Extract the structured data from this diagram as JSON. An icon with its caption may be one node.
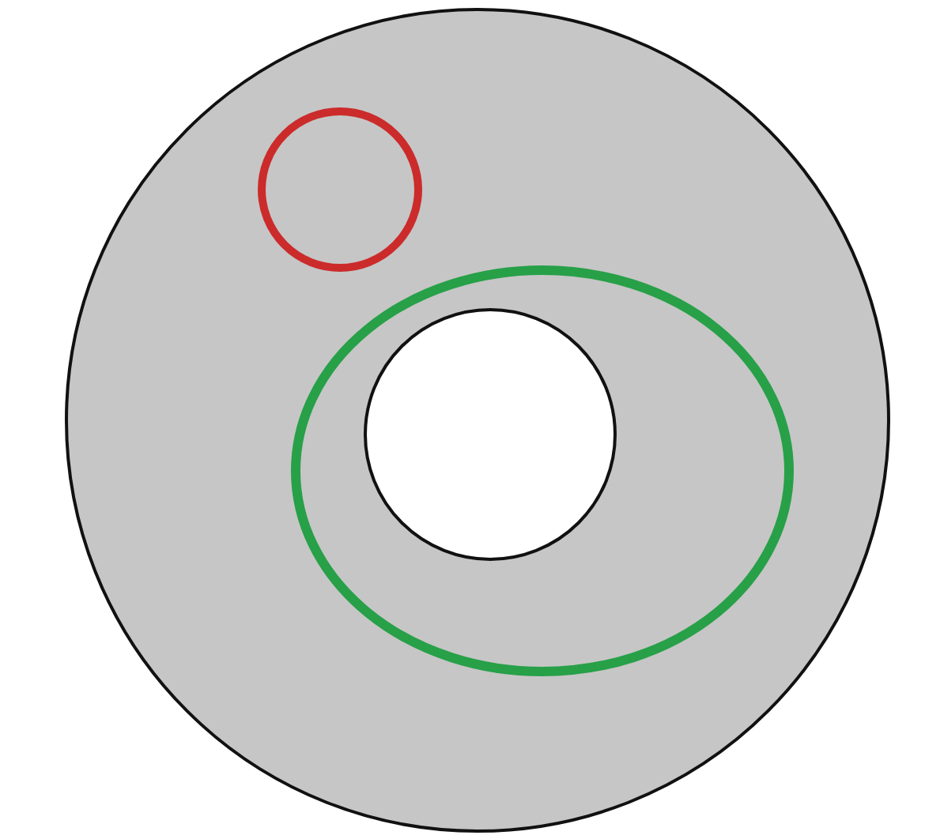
{
  "diagram": {
    "nodes": [
      {
        "text": [],
        "shape": "circle"
      },
      {
        "text": [],
        "shape": "circle",
        "in": 0
      },
      {
        "text": [],
        "shape": "ellipse",
        "in": 0
      },
      {
        "text": [],
        "shape": "circle",
        "in": 2
      }
    ]
  }
}
